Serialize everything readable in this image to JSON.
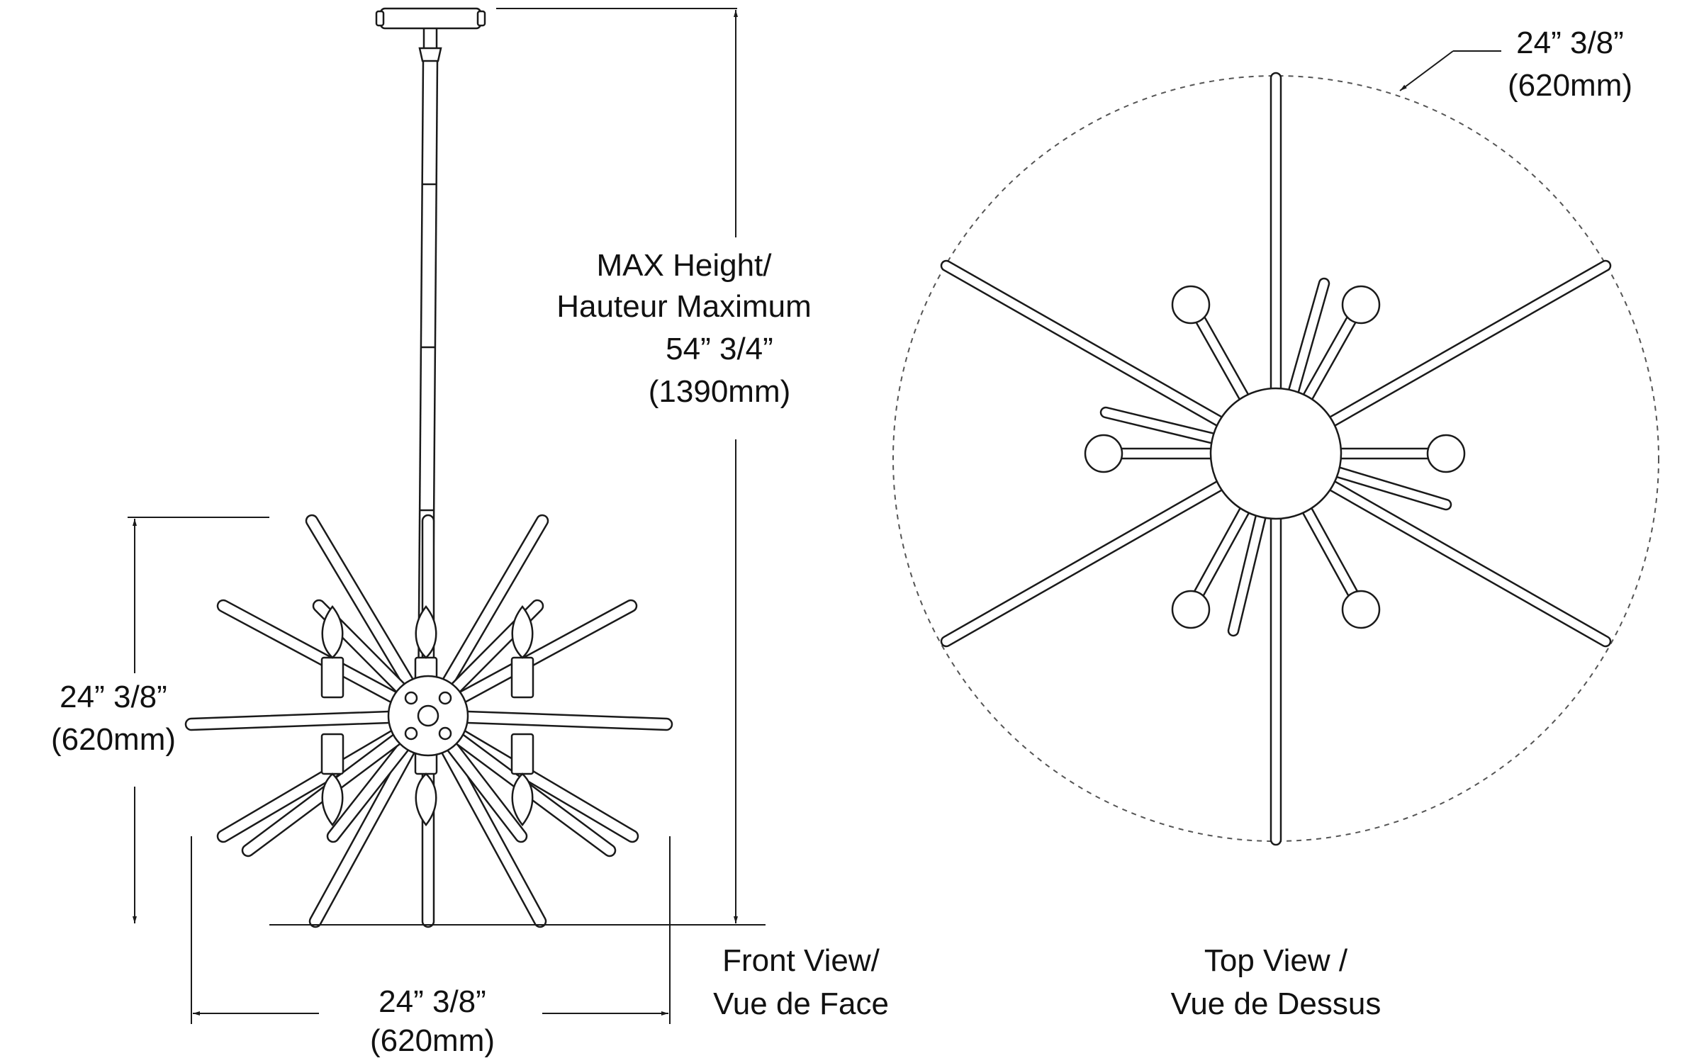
{
  "front_view": {
    "title_line1": "Front View/",
    "title_line2": "Vue de Face",
    "height_label_line1": "MAX Height/",
    "height_label_line2": "Hauteur Maximum",
    "height_imperial": "54” 3/4”",
    "height_metric": "(1390mm)",
    "side_dim_imperial": "24” 3/8”",
    "side_dim_metric": "(620mm)",
    "bottom_dim_imperial": "24” 3/8”",
    "bottom_dim_metric": "(620mm)"
  },
  "top_view": {
    "title_line1": "Top View /",
    "title_line2": "Vue de Dessus",
    "diameter_imperial": "24” 3/8”",
    "diameter_metric": "(620mm)"
  },
  "colors": {
    "line": "#1a1a1a",
    "dashed_circle": "#555555",
    "background": "#ffffff"
  }
}
